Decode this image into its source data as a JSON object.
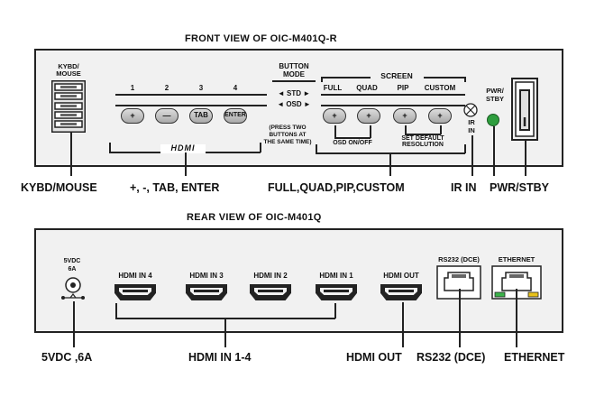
{
  "front": {
    "title": "FRONT VIEW OF OIC-M401Q-R",
    "kybd_label_1": "KYBD/",
    "kybd_label_2": "MOUSE",
    "button_mode_1": "BUTTON",
    "button_mode_2": "MODE",
    "std_label": "STD",
    "osd_label": "OSD",
    "screen_label": "SCREEN",
    "button_numbers": [
      "1",
      "2",
      "3",
      "4"
    ],
    "button_faces": [
      "+",
      "—",
      "TAB",
      "ENTER"
    ],
    "screen_modes": [
      "FULL",
      "QUAD",
      "PIP",
      "CUSTOM"
    ],
    "screen_button_faces": [
      "+",
      "+",
      "+",
      "+"
    ],
    "hdmi_logo": "HDMI",
    "press_two_1": "(PRESS TWO",
    "press_two_2": "BUTTONS AT",
    "press_two_3": "THE SAME TIME)",
    "osd_onoff": "OSD ON/OFF",
    "set_default_1": "SET DEFAULT",
    "set_default_2": "RESOLUTION",
    "ir_label_1": "IR",
    "ir_label_2": "IN",
    "pwr_label_1": "PWR/",
    "pwr_label_2": "STBY",
    "led_color": "#2e9e3e"
  },
  "front_callouts": {
    "kybd": "KYBD/MOUSE",
    "buttons": "+, -, TAB, ENTER",
    "screen": "FULL,QUAD,PIP,CUSTOM",
    "ir": "IR IN",
    "pwr": "PWR/STBY"
  },
  "rear": {
    "title": "REAR VIEW OF OIC-M401Q",
    "power_label_1": "5VDC",
    "power_label_2": "6A",
    "hdmi_inputs": [
      "HDMI IN 4",
      "HDMI IN 3",
      "HDMI IN 2",
      "HDMI IN 1"
    ],
    "hdmi_out": "HDMI OUT",
    "rs232": "RS232 (DCE)",
    "ethernet": "ETHERNET",
    "ethernet_led_left": "#3bb34a",
    "ethernet_led_right": "#e8c21a"
  },
  "rear_callouts": {
    "power": "5VDC ,6A",
    "hdmi_in": "HDMI IN 1-4",
    "hdmi_out": "HDMI OUT",
    "rs232": "RS232 (DCE)",
    "ethernet": "ETHERNET"
  }
}
